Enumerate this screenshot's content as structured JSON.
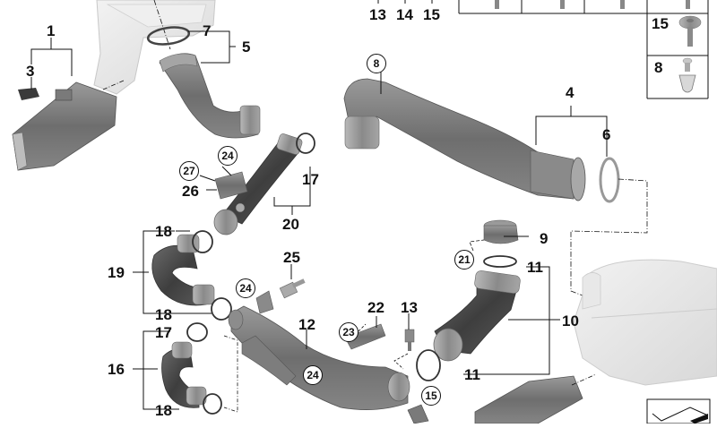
{
  "diagram": {
    "title": "Intake silencer / air duct parts diagram",
    "colors": {
      "part_dark": "#4a4a4a",
      "part_mid": "#8a8a8a",
      "part_light": "#e6e6e6",
      "line": "#111111",
      "background": "#ffffff"
    },
    "header_row": {
      "labels": [
        "13",
        "14",
        "15"
      ]
    },
    "fastener_table": {
      "rows": [
        {
          "label": "15",
          "icon": "torx-flange-screw"
        },
        {
          "label": "8",
          "icon": "expanding-rivet"
        }
      ]
    },
    "callouts": [
      {
        "id": "1",
        "label": "1"
      },
      {
        "id": "3",
        "label": "3"
      },
      {
        "id": "4",
        "label": "4"
      },
      {
        "id": "5",
        "label": "5"
      },
      {
        "id": "6",
        "label": "6"
      },
      {
        "id": "7",
        "label": "7"
      },
      {
        "id": "9",
        "label": "9"
      },
      {
        "id": "10",
        "label": "10"
      },
      {
        "id": "11a",
        "label": "11"
      },
      {
        "id": "11b",
        "label": "11"
      },
      {
        "id": "12",
        "label": "12"
      },
      {
        "id": "13",
        "label": "13"
      },
      {
        "id": "16",
        "label": "16"
      },
      {
        "id": "17a",
        "label": "17"
      },
      {
        "id": "17b",
        "label": "17"
      },
      {
        "id": "18a",
        "label": "18"
      },
      {
        "id": "18b",
        "label": "18"
      },
      {
        "id": "18c",
        "label": "18"
      },
      {
        "id": "19",
        "label": "19"
      },
      {
        "id": "20",
        "label": "20"
      },
      {
        "id": "22",
        "label": "22"
      },
      {
        "id": "25",
        "label": "25"
      },
      {
        "id": "26",
        "label": "26"
      }
    ],
    "circled_callouts": [
      {
        "id": "8",
        "label": "8"
      },
      {
        "id": "21",
        "label": "21"
      },
      {
        "id": "23",
        "label": "23"
      },
      {
        "id": "24a",
        "label": "24"
      },
      {
        "id": "24b",
        "label": "24"
      },
      {
        "id": "24c",
        "label": "24"
      },
      {
        "id": "27",
        "label": "27"
      },
      {
        "id": "15c",
        "label": "15"
      }
    ],
    "parts": [
      "air-intake-duct",
      "intake-silencer-housing",
      "clean-air-pipe",
      "intake-bellows",
      "charge-air-line",
      "air-guide-bend",
      "intake-manifold-pipe",
      "hose-clamp",
      "o-ring",
      "sensor",
      "bracket"
    ],
    "nav_icon": "next-page-icon"
  }
}
